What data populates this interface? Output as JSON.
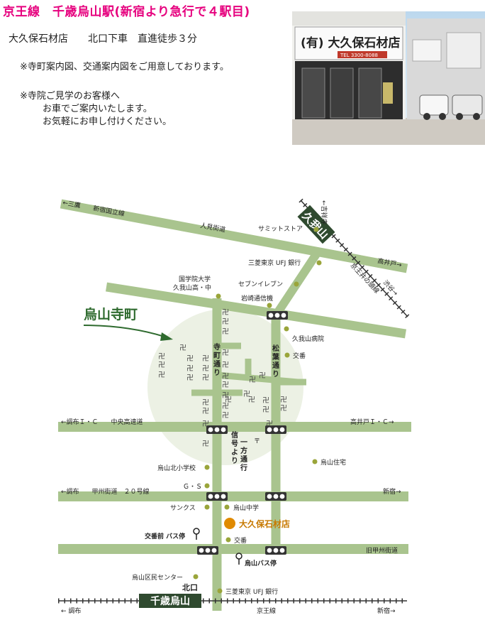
{
  "header": {
    "title": "京王線　千歳烏山駅(新宿より急行で４駅目)",
    "store_line": "大久保石材店　　北口下車　直進徒歩３分",
    "note1": "※寺町案内図、交通案内図をご用意しております。",
    "note2_line1": "※寺院ご見学のお客様へ",
    "note2_line2": "お車でご案内いたします。",
    "note2_line3": "お気軽にお申し付けください。"
  },
  "photo": {
    "sign_text": "(有) 大久保石材店",
    "phone_text": "TEL 3300-8088"
  },
  "map": {
    "colors": {
      "road": "#a9c48e",
      "area": "#ecf1e4",
      "station": "#2f4a2f",
      "dot": "#9aa53a",
      "store_dot": "#e08a00",
      "store_text": "#c77900",
      "railway": "#333333"
    },
    "roads": {
      "ninmi_left": "←三鷹　　新宿国立線",
      "ninmi_name": "人見街道",
      "takaido_right": "高井戸→",
      "chuo_left": "←調布Ｉ・Ｃ　　中央高速道",
      "chuo_right": "高井戸Ｉ・Ｃ→",
      "koshu_left": "←調布　　甲州街道　２０号線",
      "koshu_right": "新宿→",
      "old_koshu": "旧甲州街道",
      "keio_left": "← 調布",
      "keio_center": "京王線",
      "keio_right": "新宿→",
      "teramachi_dori": "寺町通り",
      "shoan_dori": "松葉通り",
      "oneway": "信号より一方通行",
      "inokashira_top": "←吉祥寺",
      "inokashira_line": "京王井の頭線",
      "shibuya": "渋谷→"
    },
    "stations": {
      "kugayama": "久我山",
      "chitose_karasuyama": "千歳烏山",
      "kitaguchi": "北口"
    },
    "area_label": "烏山寺町",
    "store_label": "大久保石材店",
    "temple_symbol": "卍",
    "landmarks": {
      "summit": "サミットストア",
      "mufg1": "三菱東京 UFJ 銀行",
      "kokugakuin": "国学院大学",
      "kokugakuin2": "久我山高・中",
      "seven": "セブンイレブン",
      "iwasaki": "岩崎通信機",
      "kugayama_hosp": "久我山病院",
      "koban1": "交番",
      "karasuyama_kita_sho": "烏山北小学校",
      "karasuyama_jutaku": "烏山住宅",
      "gs": "Ｇ・Ｓ",
      "sanks": "サンクス",
      "karasuyama_chu": "烏山中学",
      "kobanmae_bus": "交番前 バス停",
      "koban2": "交番",
      "karasuyama_bus": "烏山バス停",
      "kumin_center": "烏山区民センター",
      "mufg2": "三菱東京 UFJ 銀行",
      "mark_t": "〒"
    }
  }
}
